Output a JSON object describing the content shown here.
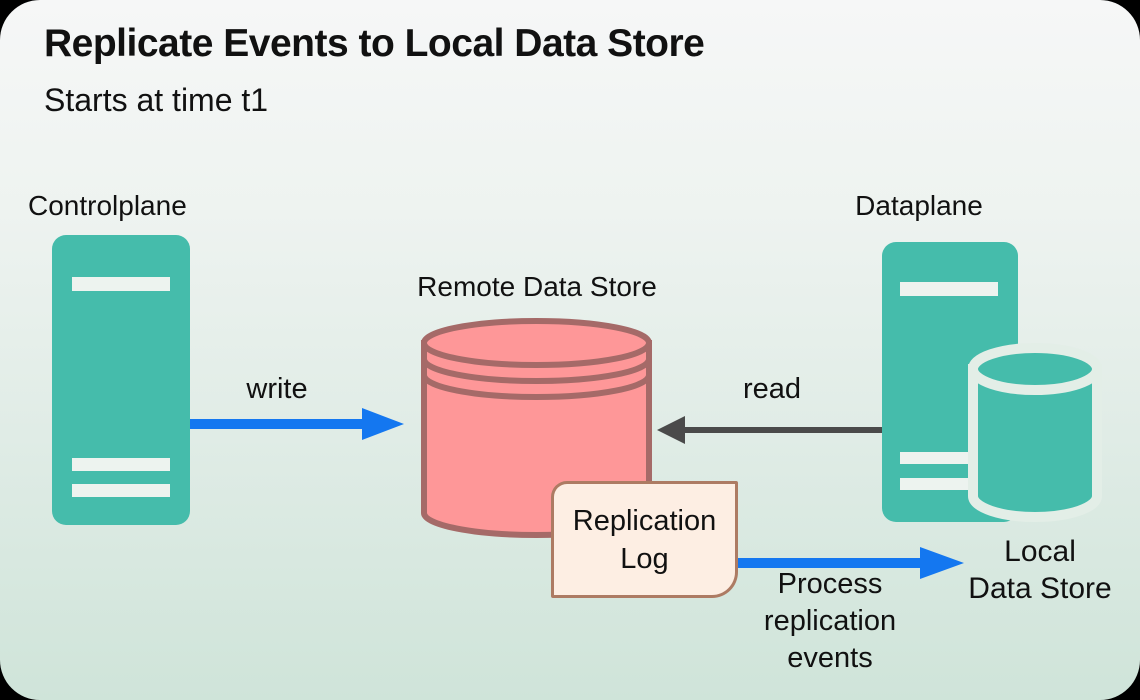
{
  "slide": {
    "title": "Replicate Events to Local Data Store",
    "subtitle": "Starts at time t1"
  },
  "colors": {
    "teal": "#45BCAB",
    "server_slot": "#EDF3EF",
    "remote_fill": "#FE9798",
    "remote_stroke": "#A56A68",
    "local_outline": "#E3EEE7",
    "log_fill": "#FDEEE3",
    "log_stroke": "#AD7B63",
    "arrow_blue": "#1477F0",
    "arrow_gray": "#4A4A4A",
    "text": "#111111",
    "bg_top": "#F6F7F7",
    "bg_bottom": "#CFE4D9"
  },
  "nodes": {
    "controlplane": {
      "label": "Controlplane"
    },
    "dataplane": {
      "label": "Dataplane"
    },
    "remote_data_store": {
      "label": "Remote Data Store"
    },
    "local_data_store": {
      "label": "Local\nData Store"
    },
    "replication_log": {
      "label": "Replication\nLog"
    }
  },
  "arrows": {
    "write": {
      "label": "write",
      "color": "#1477F0",
      "from": "controlplane",
      "to": "remote_data_store"
    },
    "read": {
      "label": "read",
      "color": "#4A4A4A",
      "from": "dataplane",
      "to": "remote_data_store"
    },
    "process": {
      "label": "Process\nreplication\nevents",
      "color": "#1477F0",
      "from": "replication_log",
      "to": "local_data_store"
    }
  }
}
